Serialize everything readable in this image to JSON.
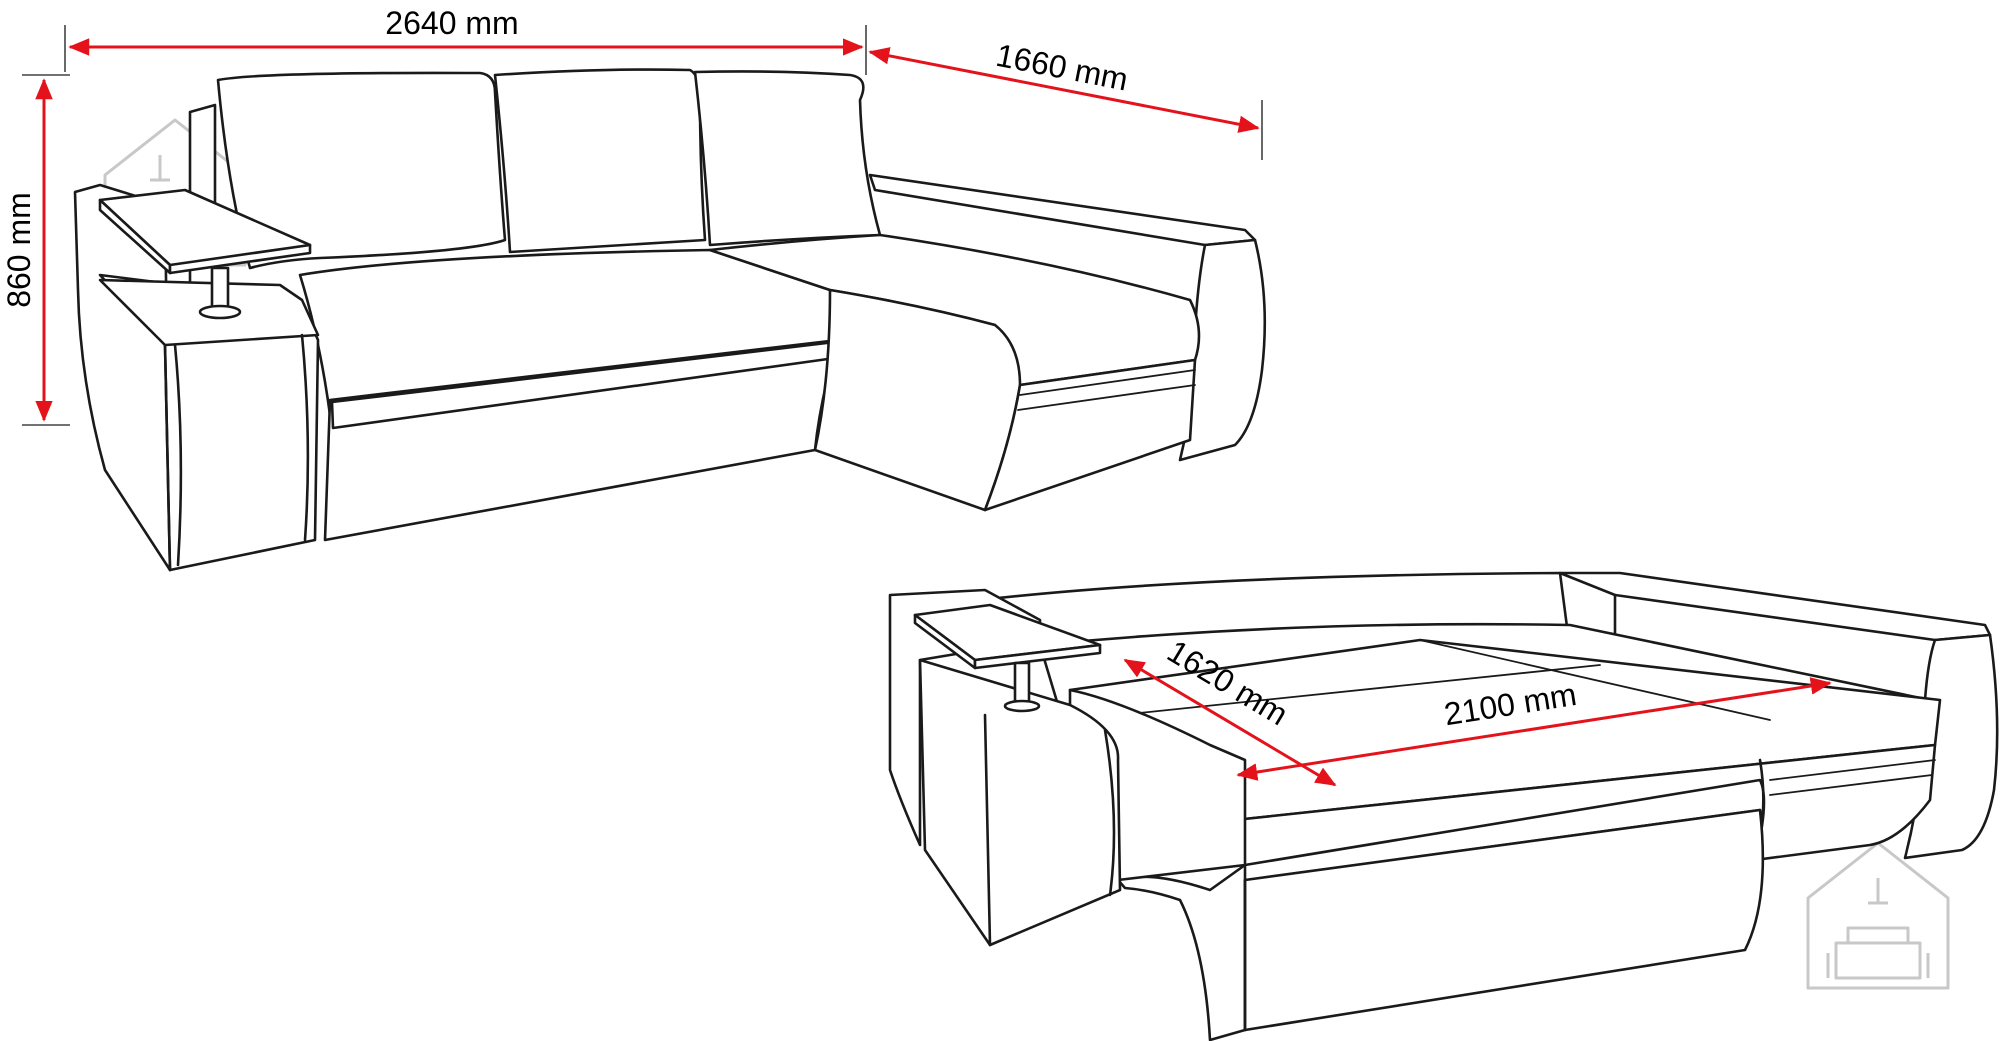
{
  "colors": {
    "dimension_arrow": "#e4131b",
    "line_art": "#1a1a1a",
    "watermark": "#c8c8c8",
    "background": "#ffffff"
  },
  "dimensions": {
    "overall_width": "2640 mm",
    "chaise_depth": "1660 mm",
    "height": "860 mm",
    "bed_width": "1620 mm",
    "bed_length": "2100 mm"
  },
  "views": [
    "sofa-assembled",
    "sofa-unfolded-bed"
  ],
  "icons": [
    "house-sofa-watermark-icon",
    "house-sofa-watermark-icon"
  ]
}
